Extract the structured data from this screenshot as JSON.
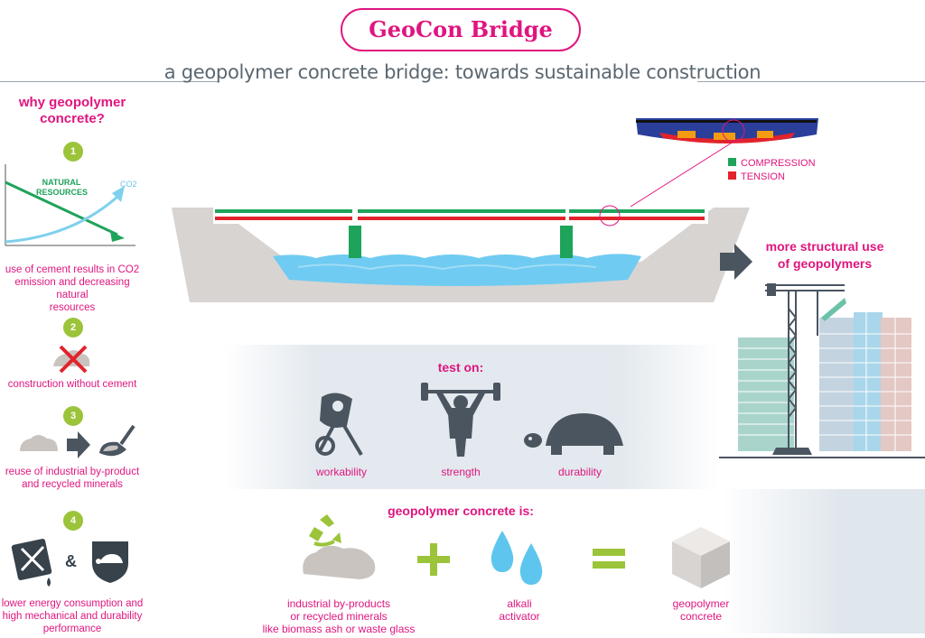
{
  "header": {
    "title": "GeoCon Bridge",
    "subtitle": "a geopolymer concrete bridge: towards sustainable construction"
  },
  "sidebar": {
    "heading": "why geopolymer concrete?",
    "chart_labels": {
      "natural_resources_1": "NATURAL",
      "natural_resources_2": "RESOURCES",
      "co2": "CO2"
    },
    "items": [
      {
        "number": "1",
        "caption_1": "use of cement results in CO2",
        "caption_2": "emission and decreasing natural",
        "caption_3": "resources"
      },
      {
        "number": "2",
        "caption_1": "construction without cement"
      },
      {
        "number": "3",
        "caption_1": "reuse of industrial by-product",
        "caption_2": "and recycled minerals"
      },
      {
        "number": "4",
        "caption_1": "lower energy consumption and",
        "caption_2": "high mechanical and durability",
        "caption_3": "performance",
        "ampersand": "&"
      }
    ]
  },
  "legend": {
    "compression": "COMPRESSION",
    "tension": "TENSION"
  },
  "colors": {
    "compression": "#1ea35a",
    "tension": "#e2232b",
    "accent": "#e0157f",
    "number_badge": "#9bc43a",
    "water": "#6fcbf1",
    "icon_grey": "#4a5560"
  },
  "right": {
    "heading_1": "more structural use",
    "heading_2": "of geopolymers"
  },
  "test": {
    "heading": "test on:",
    "items": [
      {
        "label": "workability",
        "icon": "cement-mixer-icon"
      },
      {
        "label": "strength",
        "icon": "weightlifter-icon"
      },
      {
        "label": "durability",
        "icon": "turtle-icon"
      }
    ]
  },
  "equation": {
    "heading": "geopolymer concrete is:",
    "term1_1": "industrial by-products",
    "term1_2": "or recycled minerals",
    "term1_3": "like biomass ash or waste glass",
    "term2_1": "alkali",
    "term2_2": "activator",
    "result_1": "geopolymer",
    "result_2": "concrete"
  }
}
